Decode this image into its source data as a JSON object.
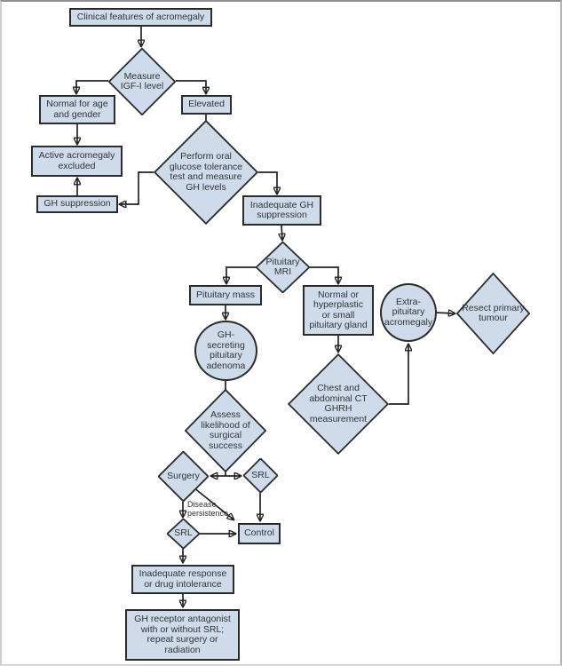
{
  "figure": {
    "background": "#ffffff",
    "node_fill": "#cedbea",
    "node_border": "#2b2b2b",
    "connector_color": "#222222",
    "text_color": "#333333"
  },
  "nodes": {
    "clinical_features": {
      "shape": "rect",
      "label": "Clinical features of acromegaly"
    },
    "measure_igf": {
      "shape": "diamond",
      "label": "Measure\nIGF-I level"
    },
    "normal_age_gender": {
      "shape": "rect",
      "label": "Normal for age\nand gender"
    },
    "elevated": {
      "shape": "rect",
      "label": "Elevated"
    },
    "active_excluded": {
      "shape": "rect",
      "label": "Active acromegaly\nexcluded"
    },
    "ogtt": {
      "shape": "diamond",
      "label": "Perform oral\nglucose tolerance\ntest and measure\nGH levels"
    },
    "gh_suppression": {
      "shape": "rect",
      "label": "GH suppression"
    },
    "inadequate_gh": {
      "shape": "rect",
      "label": "Inadequate GH\nsuppression"
    },
    "pituitary_mri": {
      "shape": "diamond",
      "label": "Pituitary\nMRI"
    },
    "pituitary_mass": {
      "shape": "rect",
      "label": "Pituitary mass"
    },
    "normal_gland": {
      "shape": "rect",
      "label": "Normal or\nhyperplastic\nor small\npituitary gland"
    },
    "extrapituitary": {
      "shape": "circle",
      "label": "Extra-\npituitary\nacromegaly"
    },
    "resect": {
      "shape": "diamond",
      "label": "Resect primary\ntumour"
    },
    "gh_adenoma": {
      "shape": "circle",
      "label": "GH-\nsecreting\npituitary\nadenoma"
    },
    "chest_ct": {
      "shape": "diamond",
      "label": "Chest and\nabdominal CT\nGHRH\nmeasurement"
    },
    "assess": {
      "shape": "diamond",
      "label": "Assess\nlikelihood of\nsurgical\nsuccess"
    },
    "surgery": {
      "shape": "diamond",
      "label": "Surgery"
    },
    "srl_first": {
      "shape": "diamond",
      "label": "SRL"
    },
    "srl_second": {
      "shape": "diamond",
      "label": "SRL"
    },
    "control": {
      "shape": "rect",
      "label": "Control"
    },
    "inadequate_response": {
      "shape": "rect",
      "label": "Inadequate response\nor drug intolerance"
    },
    "gh_antagonist": {
      "shape": "rect",
      "label": "GH receptor antagonist\nwith or without SRL;\nrepeat surgery or\nradiation"
    }
  },
  "edge_labels": {
    "disease_persistence": "Disease\npersistence"
  },
  "edges": [
    {
      "from": "clinical_features",
      "to": "measure_igf"
    },
    {
      "from": "measure_igf",
      "to": "normal_age_gender"
    },
    {
      "from": "measure_igf",
      "to": "elevated"
    },
    {
      "from": "normal_age_gender",
      "to": "active_excluded"
    },
    {
      "from": "elevated",
      "to": "ogtt"
    },
    {
      "from": "ogtt",
      "to": "gh_suppression"
    },
    {
      "from": "gh_suppression",
      "to": "active_excluded"
    },
    {
      "from": "ogtt",
      "to": "inadequate_gh"
    },
    {
      "from": "inadequate_gh",
      "to": "pituitary_mri"
    },
    {
      "from": "pituitary_mri",
      "to": "pituitary_mass"
    },
    {
      "from": "pituitary_mri",
      "to": "normal_gland"
    },
    {
      "from": "pituitary_mass",
      "to": "gh_adenoma"
    },
    {
      "from": "gh_adenoma",
      "to": "assess"
    },
    {
      "from": "normal_gland",
      "to": "chest_ct"
    },
    {
      "from": "chest_ct",
      "to": "extrapituitary"
    },
    {
      "from": "extrapituitary",
      "to": "resect"
    },
    {
      "from": "assess",
      "to": "surgery"
    },
    {
      "from": "assess",
      "to": "srl_first"
    },
    {
      "from": "surgery",
      "to": "srl_second",
      "label": "Disease persistence"
    },
    {
      "from": "surgery",
      "to": "control"
    },
    {
      "from": "srl_first",
      "to": "control"
    },
    {
      "from": "srl_second",
      "to": "control"
    },
    {
      "from": "srl_second",
      "to": "inadequate_response"
    },
    {
      "from": "inadequate_response",
      "to": "gh_antagonist"
    }
  ]
}
